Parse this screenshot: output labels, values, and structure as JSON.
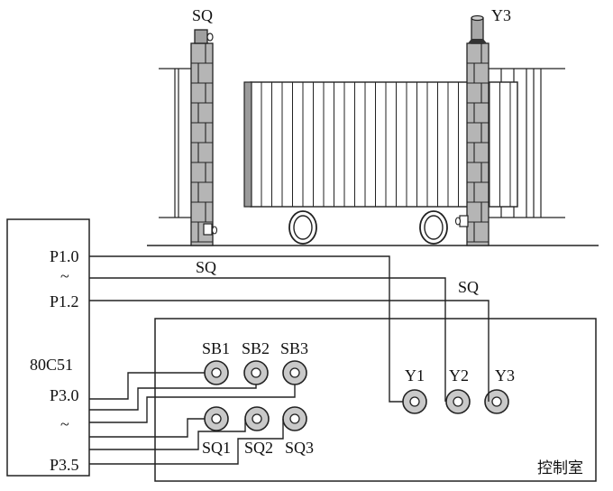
{
  "gate": {
    "top_sensor_label": "SQ",
    "top_lamp_label": "Y3"
  },
  "mcu": {
    "chip_label": "80C51",
    "pins": {
      "p10": "P1.0",
      "tilde1": "~",
      "p12": "P1.2",
      "p30": "P3.0",
      "tilde2": "~",
      "p35": "P3.5"
    }
  },
  "wires": {
    "sq_left": "SQ",
    "sq_right": "SQ"
  },
  "control_room": {
    "label": "控制室",
    "buttons": [
      "SB1",
      "SB2",
      "SB3"
    ],
    "switches": [
      "SQ1",
      "SQ2",
      "SQ3"
    ],
    "lamps": [
      "Y1",
      "Y2",
      "Y3"
    ]
  }
}
